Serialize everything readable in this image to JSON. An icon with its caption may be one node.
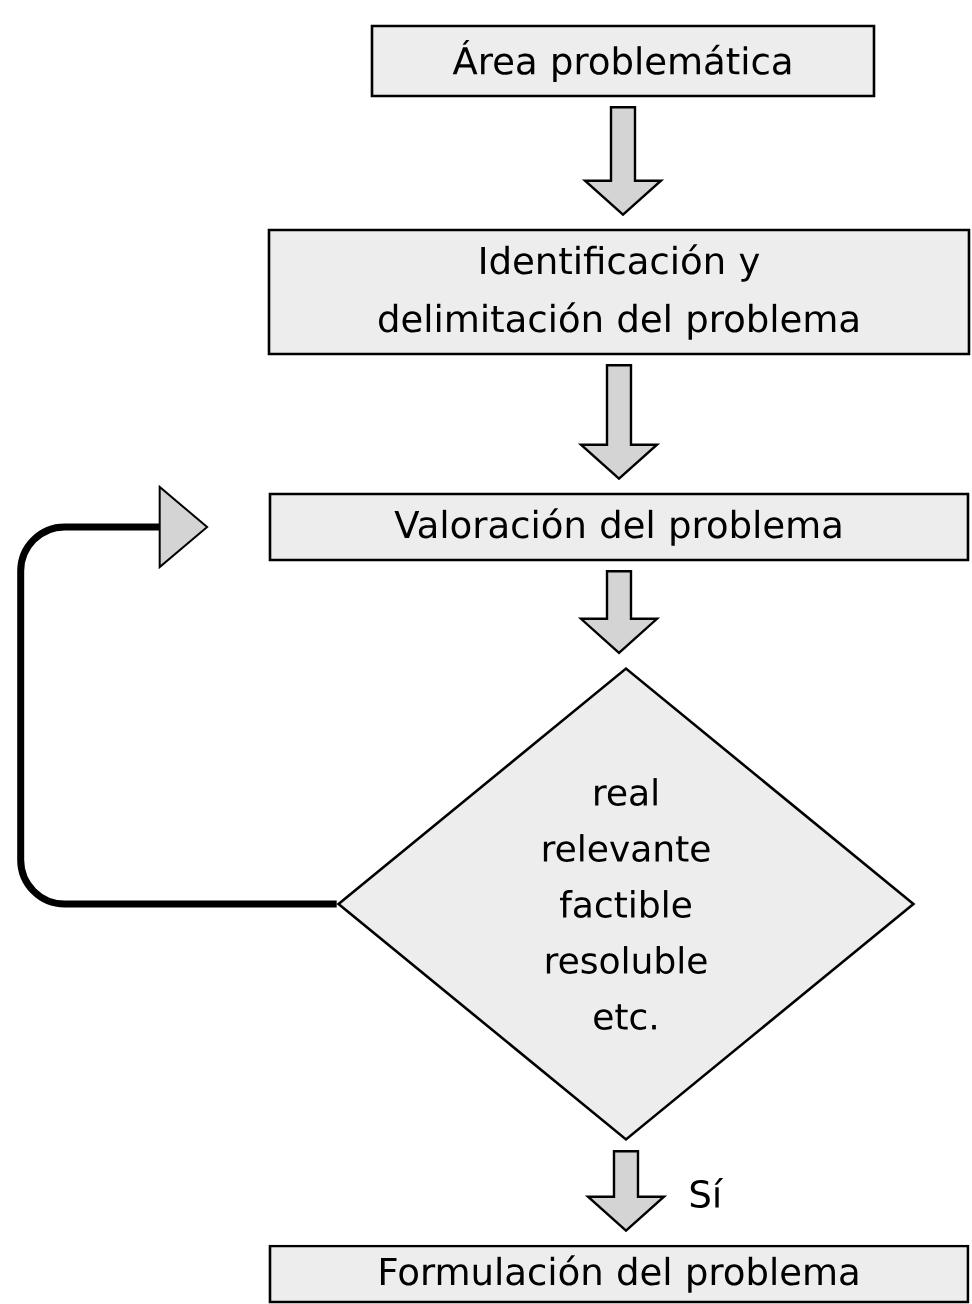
{
  "diagram": {
    "nodes": [
      {
        "text": [
          "Área problemática"
        ]
      },
      {
        "text": [
          "Identificación y delimitación del problema"
        ]
      },
      {
        "text": [
          "Valoración del problema"
        ]
      },
      {
        "text": [
          "real relevante factible resoluble etc."
        ]
      },
      {
        "text": [
          "Formulación del problema"
        ]
      }
    ],
    "edges": [
      {
        "from": 0,
        "to": 1,
        "arrow": "to"
      },
      {
        "from": 1,
        "to": 2,
        "arrow": "to"
      },
      {
        "from": 2,
        "to": 3,
        "arrow": "to"
      },
      {
        "from": 3,
        "to": 2,
        "arrow": "to"
      },
      {
        "from": 3,
        "to": 4,
        "arrow": "to",
        "label": "Sí"
      }
    ]
  }
}
